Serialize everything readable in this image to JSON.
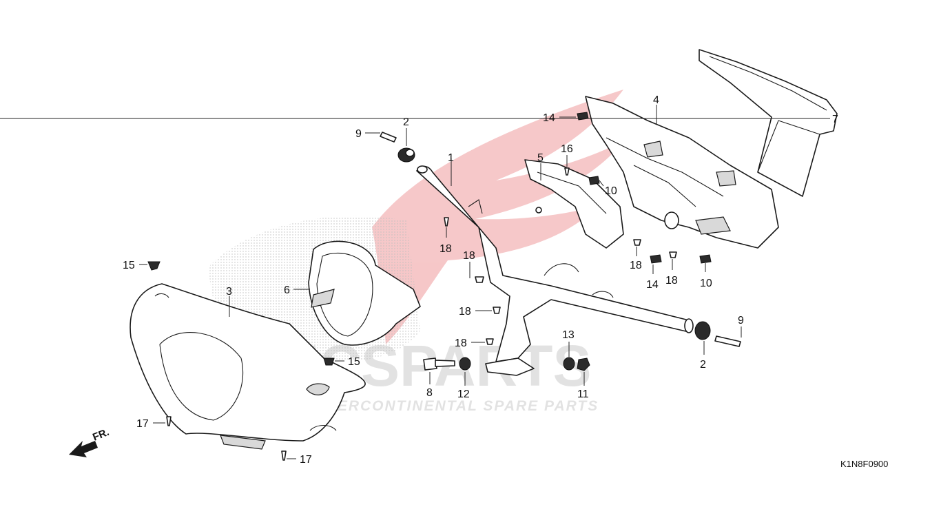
{
  "diagram": {
    "code": "K1N8F0900",
    "front_arrow_label": "FR.",
    "watermark": {
      "brand": "ICSPARTS",
      "tagline": "INTERCONTINENTAL SPARE PARTS",
      "color": "#e03a3e"
    },
    "callouts": [
      {
        "id": "c1",
        "text": "1"
      },
      {
        "id": "c2a",
        "text": "2"
      },
      {
        "id": "c2b",
        "text": "2"
      },
      {
        "id": "c3",
        "text": "3"
      },
      {
        "id": "c4",
        "text": "4"
      },
      {
        "id": "c5",
        "text": "5"
      },
      {
        "id": "c6",
        "text": "6"
      },
      {
        "id": "c7",
        "text": "7"
      },
      {
        "id": "c8",
        "text": "8"
      },
      {
        "id": "c9a",
        "text": "9"
      },
      {
        "id": "c9b",
        "text": "9"
      },
      {
        "id": "c10a",
        "text": "10"
      },
      {
        "id": "c10b",
        "text": "10"
      },
      {
        "id": "c11",
        "text": "11"
      },
      {
        "id": "c12",
        "text": "12"
      },
      {
        "id": "c13",
        "text": "13"
      },
      {
        "id": "c14a",
        "text": "14"
      },
      {
        "id": "c14b",
        "text": "14"
      },
      {
        "id": "c15a",
        "text": "15"
      },
      {
        "id": "c15b",
        "text": "15"
      },
      {
        "id": "c16",
        "text": "16"
      },
      {
        "id": "c17a",
        "text": "17"
      },
      {
        "id": "c17b",
        "text": "17"
      },
      {
        "id": "c18a",
        "text": "18"
      },
      {
        "id": "c18b",
        "text": "18"
      },
      {
        "id": "c18c",
        "text": "18"
      },
      {
        "id": "c18d",
        "text": "18"
      },
      {
        "id": "c18e",
        "text": "18"
      },
      {
        "id": "c18f",
        "text": "18"
      }
    ]
  }
}
